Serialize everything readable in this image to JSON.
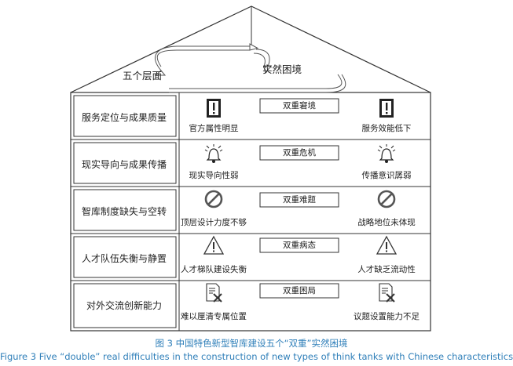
{
  "roof": {
    "left_label": "五个层面",
    "right_label": "实然困境"
  },
  "rows": [
    {
      "left": "服务定位与成果质量",
      "middle": "双重窘境",
      "right_a": "官方属性明显",
      "right_b": "服务效能低下",
      "icon": "alert-icon"
    },
    {
      "left": "现实导向与成果传播",
      "middle": "双重危机",
      "right_a": "现实导向性弱",
      "right_b": "传播意识孱弱",
      "icon": "bell-icon"
    },
    {
      "left": "智库制度缺失与空转",
      "middle": "双重难题",
      "right_a": "顶层设计力度不够",
      "right_b": "战略地位未体现",
      "icon": "prohibited-icon"
    },
    {
      "left": "人才队伍失衡与静置",
      "middle": "双重病态",
      "right_a": "人才梯队建设失衡",
      "right_b": "人才缺乏流动性",
      "icon": "warning-icon"
    },
    {
      "left": "对外交流创新能力",
      "middle": "双重困局",
      "right_a": "难以厘清专属位置",
      "right_b": "议题设置能力不足",
      "icon": "document-x-icon"
    }
  ],
  "caption": {
    "cn": "图 3  中国特色新型智库建设五个“双重”实然困境",
    "en": "Figure 3  Five  “double”  real difficulties in the construction of new types of think tanks with Chinese characteristics"
  },
  "colors": {
    "caption": "#2f7fb9",
    "line": "#333333"
  }
}
